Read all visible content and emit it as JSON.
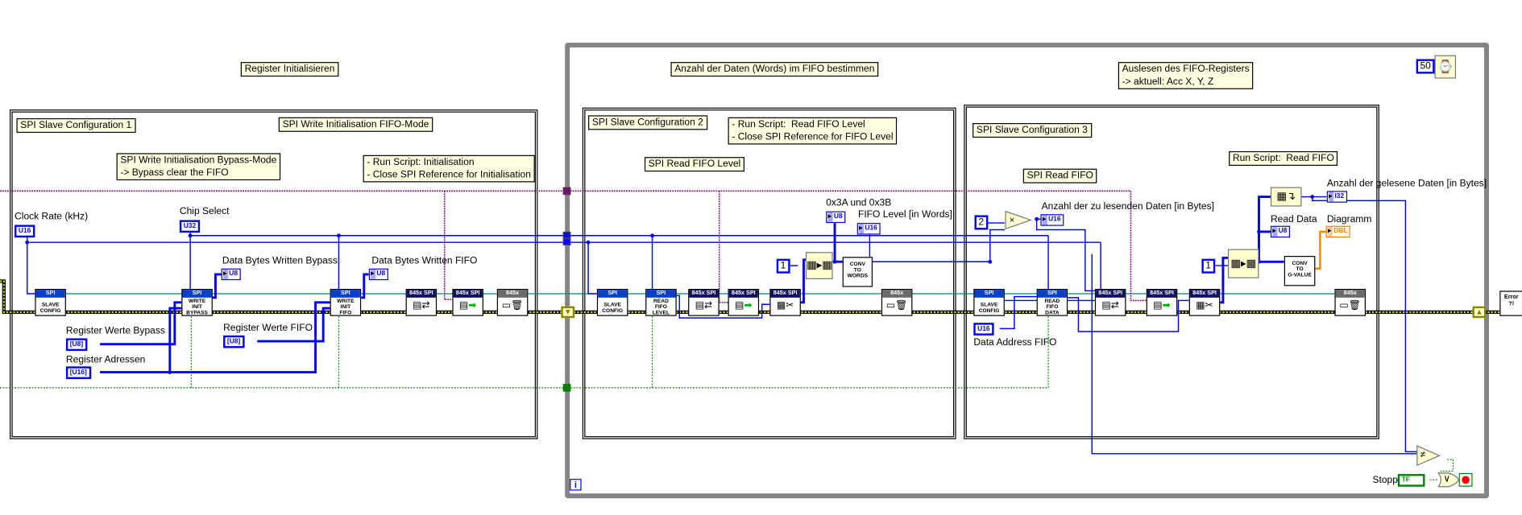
{
  "comments": {
    "register_init": "Register Initialisieren",
    "fifo_count": "Anzahl der Daten (Words) im FIFO bestimmen",
    "read_fifo_register": "Auslesen des FIFO-Registers\n-> aktuell: Acc X, Y, Z",
    "slave_config_1": "SPI Slave Configuration 1",
    "write_init_fifo_mode": "SPI Write Initialisation FIFO-Mode",
    "write_init_bypass": "SPI Write Initialisation Bypass-Mode\n-> Bypass clear the FIFO",
    "run_script_init": "- Run Script: Initialisation\n- Close SPI Reference for Initialisation",
    "slave_config_2": "SPI Slave Configuration 2",
    "run_script_fifo_level": "- Run Script:  Read FIFO Level\n- Close SPI Reference for FIFO Level",
    "read_fifo_level": "SPI Read FIFO Level",
    "slave_config_3": "SPI Slave Configuration 3",
    "read_fifo": "SPI Read FIFO",
    "run_script_read_fifo": "Run Script:  Read FIFO"
  },
  "controls": {
    "clock_rate": {
      "label": "Clock Rate (kHz)",
      "type": "U16"
    },
    "chip_select": {
      "label": "Chip Select",
      "type": "U32"
    },
    "register_values_bypass": {
      "label": "Register Werte Bypass",
      "type": "[U8]"
    },
    "register_addresses": {
      "label": "Register Adressen",
      "type": "[U16]"
    },
    "register_values_fifo": {
      "label": "Register Werte FIFO",
      "type": "[U8]"
    },
    "data_address_fifo": {
      "label": "Data Address FIFO",
      "type": "U16"
    },
    "stop": {
      "label": "Stopp",
      "type": "TF"
    }
  },
  "indicators": {
    "bytes_written_bypass": {
      "label": "Data Bytes Written Bypass",
      "type": "U8"
    },
    "bytes_written_fifo": {
      "label": "Data Bytes Written FIFO",
      "type": "U8"
    },
    "reg_3a_3b": {
      "label": "0x3A und 0x3B",
      "type": "U8"
    },
    "fifo_level_words": {
      "label": "FIFO Level [in Words]",
      "type": "U16"
    },
    "bytes_to_read": {
      "label": "Anzahl der zu lesenden Daten [in Bytes]",
      "type": "U16"
    },
    "bytes_read": {
      "label": "Anzahl der gelesene Daten [in Bytes]",
      "type": "I32"
    },
    "read_data": {
      "label": "Read Data",
      "type": "U8"
    },
    "diagram": {
      "label": "Diagramm",
      "type": "DBL"
    }
  },
  "constants": {
    "wait_ms": "50",
    "index_1a": "1",
    "multiplier": "2",
    "index_1b": "1"
  },
  "nodes": {
    "spi": "SPI",
    "spi845": "845x SPI",
    "spi845_short": "845x",
    "slave_config": "SLAVE\nCONFIG",
    "write_init_bypass": "WRITE\nINIT\nBYPASS",
    "write_init_fifo": "WRITE\nINIT\nFIFO",
    "read_fifo_level": "READ\nFIFO\nLEVEL",
    "read_fifo_data": "READ\nFIFO\nDATA",
    "conv_words": "CONV\nTO\nWORDS",
    "conv_g": "CONV\nTO\nG-VALUE",
    "error_handler": "Error\n?!",
    "multiply": "×",
    "not_equal": "≠",
    "or": "∨",
    "loop_iteration": "i"
  },
  "colors": {
    "int_wire": "#0000ff",
    "spi_ref_wire": "#008080",
    "error_wire": "#c8c800",
    "script_ref_wire": "#800080",
    "bool_wire": "#008000",
    "dbl_wire": "#ff8000",
    "comment_bg": "#ffffe1",
    "loop_border": "#858585"
  }
}
